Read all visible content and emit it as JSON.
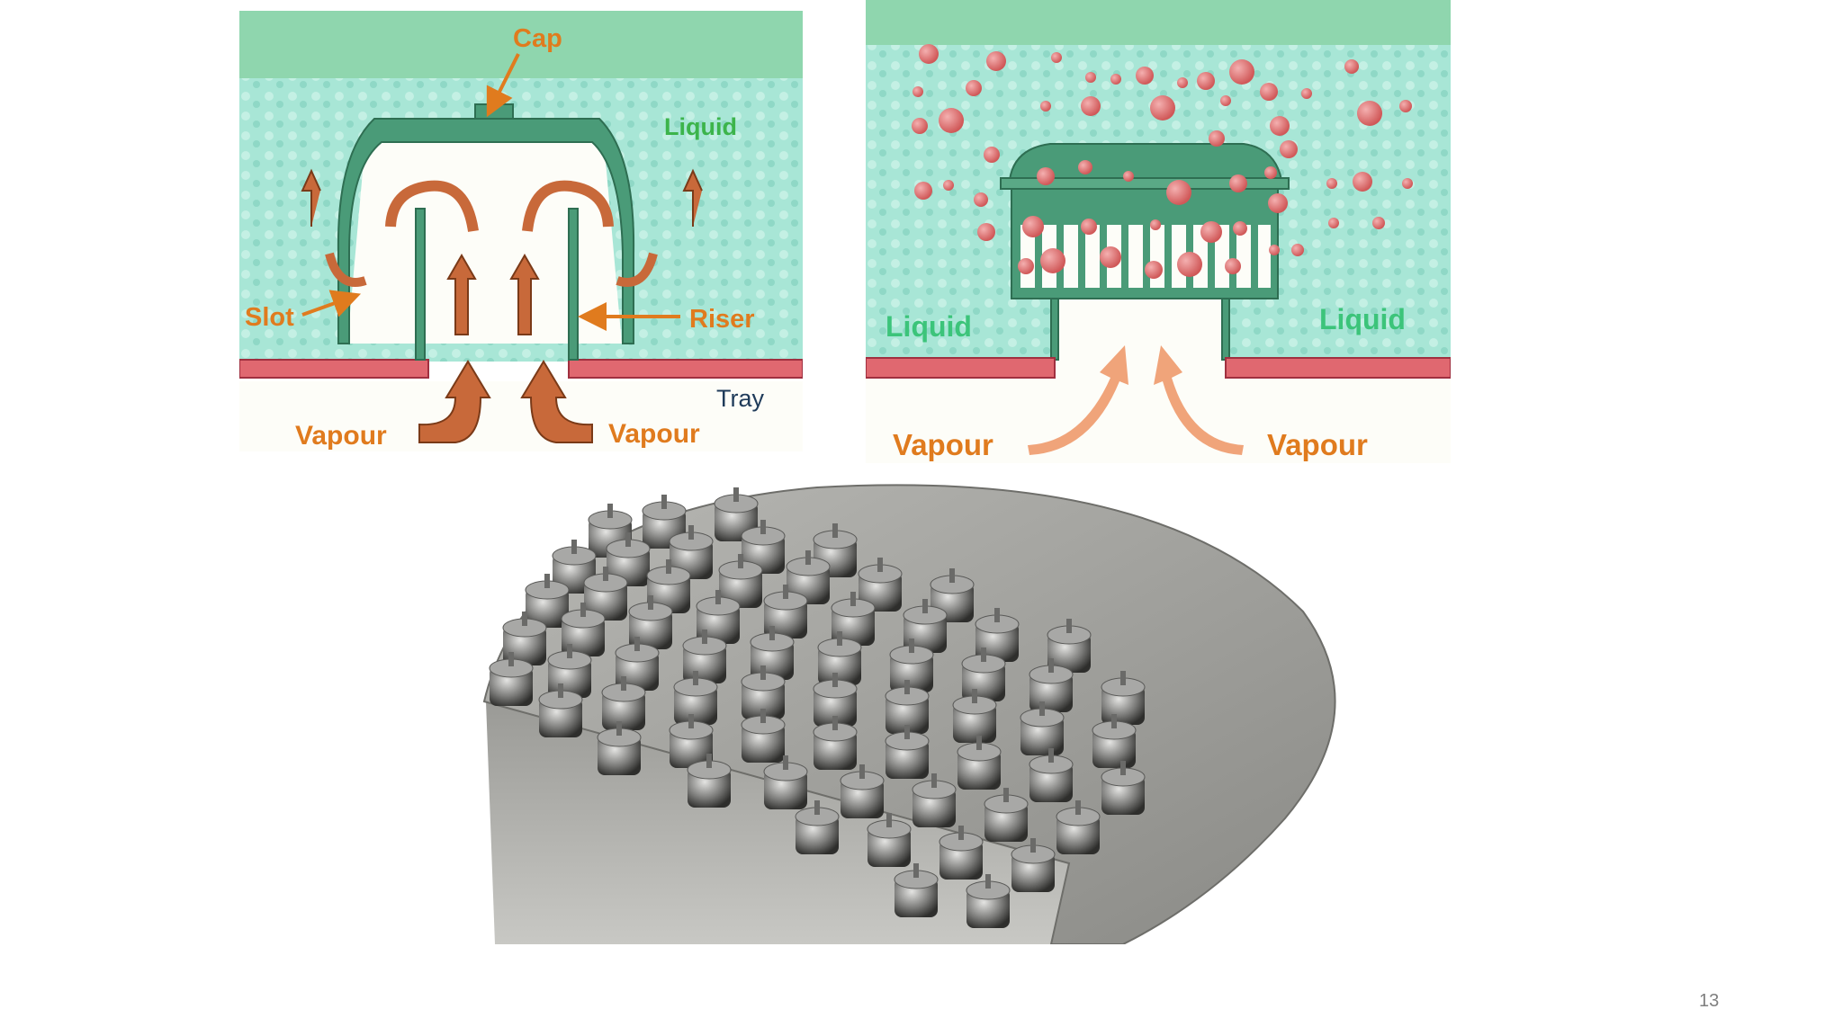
{
  "left_diagram": {
    "cap": "Cap",
    "liquid": "Liquid",
    "slot": "Slot",
    "riser": "Riser",
    "tray": "Tray",
    "vapour_left": "Vapour",
    "vapour_right": "Vapour"
  },
  "right_diagram": {
    "liquid_left": "Liquid",
    "liquid_right": "Liquid",
    "vapour_left": "Vapour",
    "vapour_right": "Vapour"
  },
  "slide": {
    "number": "13"
  },
  "colors": {
    "liquid": "#9fe0d0",
    "liquid_top": "#8fd6b0",
    "cap_green": "#3a8a6a",
    "arrow_orange": "#c8693a",
    "label_orange": "#e07b1e",
    "label_green": "#3cb44b",
    "tray_red": "#e06870",
    "bubble": "#e87878",
    "steel": "#8a8a88"
  }
}
